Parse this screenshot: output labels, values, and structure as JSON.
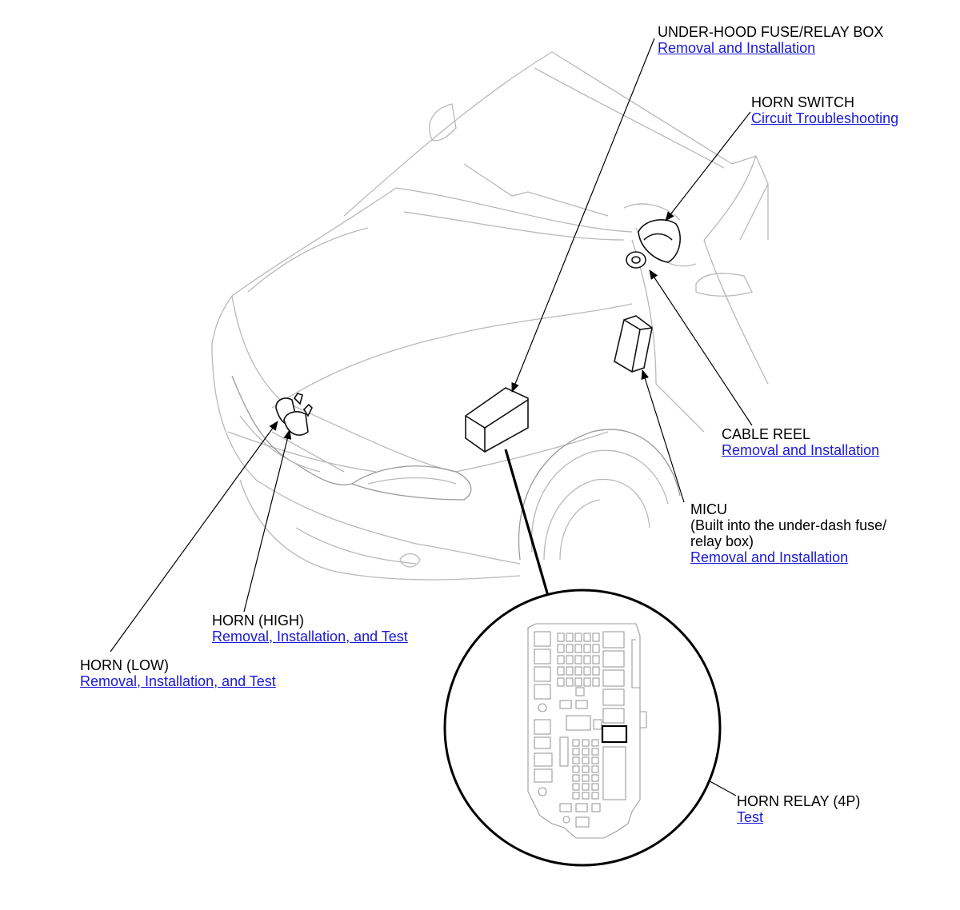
{
  "callouts": {
    "under_hood_fuse": {
      "title": "UNDER-HOOD FUSE/RELAY BOX",
      "link": "Removal and Installation"
    },
    "horn_switch": {
      "title": "HORN SWITCH",
      "link": "Circuit Troubleshooting"
    },
    "cable_reel": {
      "title": "CABLE REEL",
      "link": "Removal and Installation"
    },
    "micu": {
      "title": "MICU",
      "note_line1": "(Built into the under-dash fuse/",
      "note_line2": "relay box)",
      "link": "Removal and Installation"
    },
    "horn_high": {
      "title": "HORN (HIGH)",
      "link": "Removal, Installation, and Test"
    },
    "horn_low": {
      "title": "HORN (LOW)",
      "link": "Removal, Installation, and Test"
    },
    "horn_relay": {
      "title": "HORN RELAY (4P)",
      "link": "Test"
    }
  },
  "colors": {
    "link": "#1a1ad6",
    "line_art": "#b9b9b9",
    "component": "#111111"
  }
}
